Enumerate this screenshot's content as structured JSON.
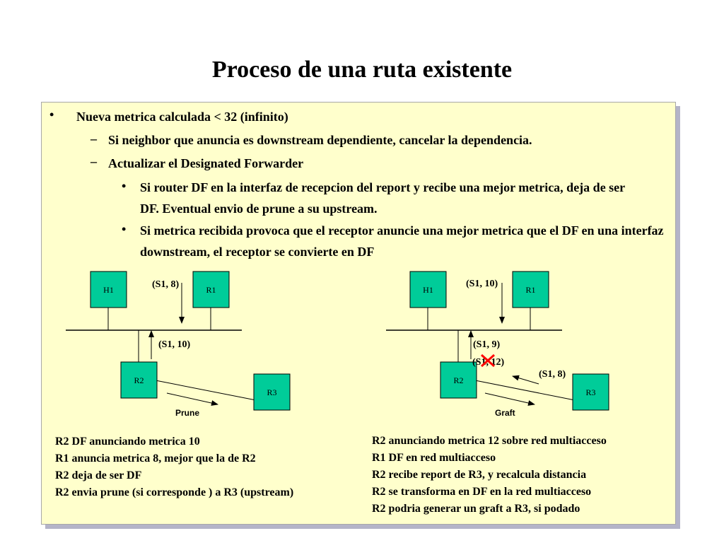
{
  "slide": {
    "title": "Proceso de una ruta existente",
    "bullets": {
      "level1": "Nueva metrica calculada < 32 (infinito)",
      "level2_a": "Si neighbor que anuncia es downstream dependiente, cancelar la dependencia.",
      "level2_b": "Actualizar el Designated Forwarder",
      "level3_a": "Si router DF en la interfaz de recepcion del report y recibe una mejor metrica, deja de ser DF. Eventual envio de prune a su upstream.",
      "level3_b": "Si metrica recibida provoca que el receptor anuncie una mejor metrica que el DF en una interfaz downstream, el receptor se convierte en DF"
    },
    "bullet_symbols": {
      "l1": "•",
      "l2": "–",
      "l3": "•"
    }
  },
  "diagram_left": {
    "nodes": {
      "h1": "H1",
      "r1": "R1",
      "r2": "R2",
      "r3": "R3"
    },
    "label_top": "(S1, 8)",
    "label_mid": "(S1, 10)",
    "arrow_label": "Prune",
    "caption": [
      "R2 DF anunciando metrica 10",
      "R1 anuncia metrica 8, mejor que la de R2",
      "R2 deja de ser DF",
      "R2 envia prune (si corresponde ) a R3 (upstream)"
    ]
  },
  "diagram_right": {
    "nodes": {
      "h1": "H1",
      "r1": "R1",
      "r2": "R2",
      "r3": "R3"
    },
    "label_top": "(S1, 10)",
    "label_mid": "(S1, 9)",
    "label_crossed": "(S1, 12)",
    "label_r3": "(S1, 8)",
    "arrow_label": "Graft",
    "caption": [
      "R2 anunciando metrica 12 sobre red multiacceso",
      "R1 DF en red multiacceso",
      "R2 recibe report de R3, y recalcula distancia",
      "R2 se transforma en DF en la red multiacceso",
      "R2 podria generar un graft a R3, si podado"
    ]
  },
  "colors": {
    "node_fill": "#00cc99",
    "panel_bg": "#ffffcc",
    "cross": "#ff0000"
  }
}
